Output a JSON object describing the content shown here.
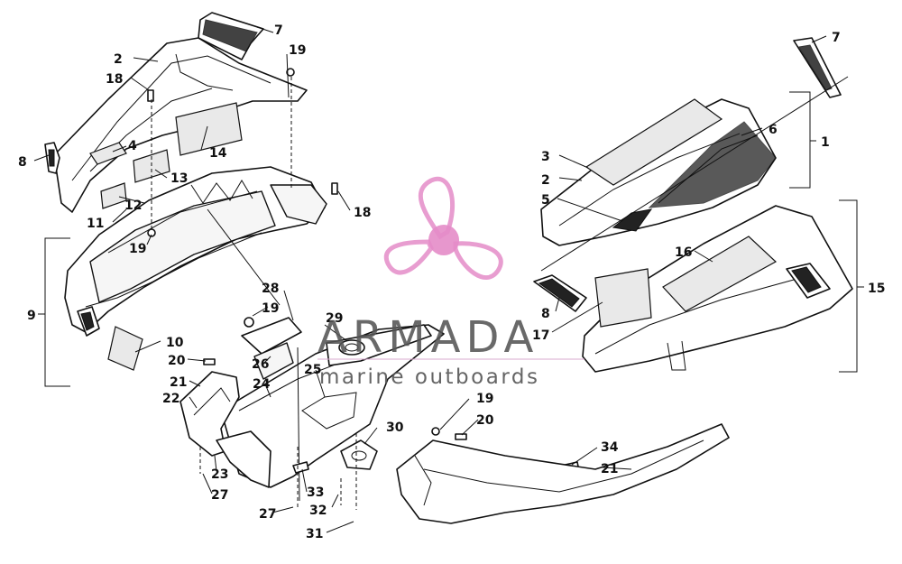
{
  "watermark": {
    "brand": "ARMADA",
    "tagline": "marine outboards",
    "logo_color": "#e48cc8",
    "logo_icon": "propeller-logo-icon"
  },
  "callouts": {
    "c1": "1",
    "c2a": "2",
    "c2b": "2",
    "c3": "3",
    "c4": "4",
    "c5": "5",
    "c6": "6",
    "c7a": "7",
    "c7b": "7",
    "c8a": "8",
    "c8b": "8",
    "c9": "9",
    "c10": "10",
    "c11": "11",
    "c12": "12",
    "c13": "13",
    "c14": "14",
    "c15": "15",
    "c16": "16",
    "c17": "17",
    "c18a": "18",
    "c18b": "18",
    "c19a": "19",
    "c19b": "19",
    "c19c": "19",
    "c19d": "19",
    "c20a": "20",
    "c20b": "20",
    "c21a": "21",
    "c21b": "21",
    "c22": "22",
    "c23": "23",
    "c24": "24",
    "c25": "25",
    "c26": "26",
    "c27a": "27",
    "c27b": "27",
    "c28": "28",
    "c29": "29",
    "c30": "30",
    "c31": "31",
    "c32": "32",
    "c33": "33",
    "c34": "34"
  }
}
